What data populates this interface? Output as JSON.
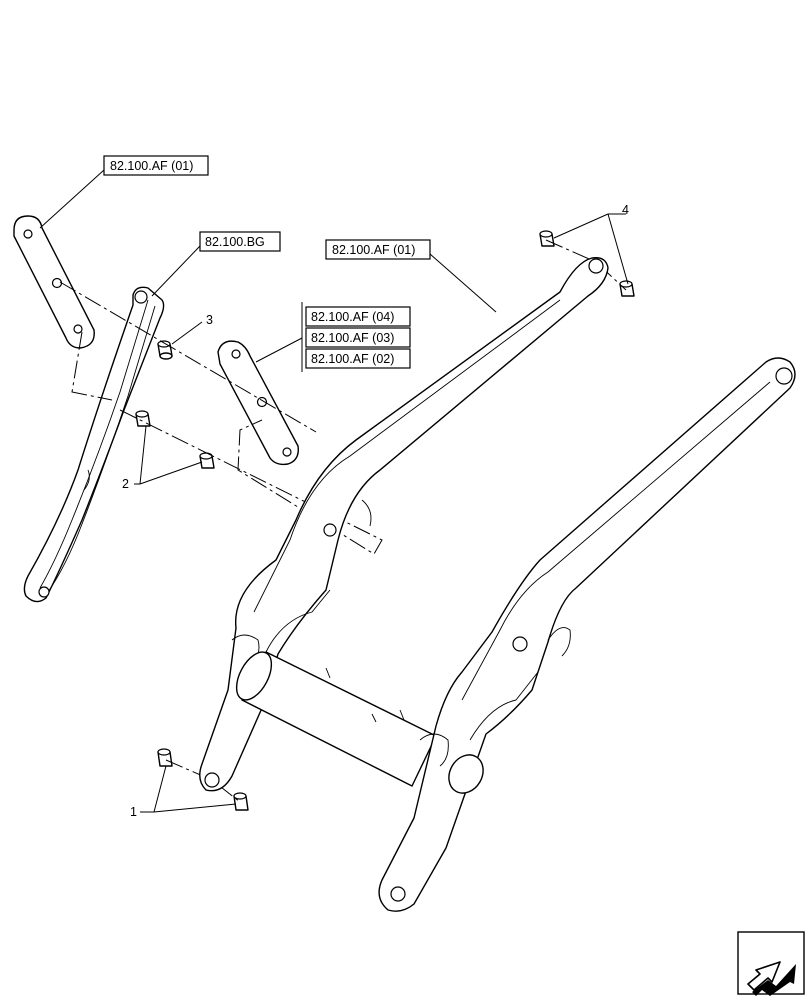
{
  "references": {
    "left_plate": "82.100.AF (01)",
    "link": "82.100.BG",
    "arm": "82.100.AF (01)",
    "group": [
      "82.100.AF (04)",
      "82.100.AF (03)",
      "82.100.AF (02)"
    ]
  },
  "callouts": {
    "item1": "1",
    "item2": "2",
    "item3": "3",
    "item4": "4"
  },
  "navigation": {
    "icon": "arrow-icon"
  }
}
